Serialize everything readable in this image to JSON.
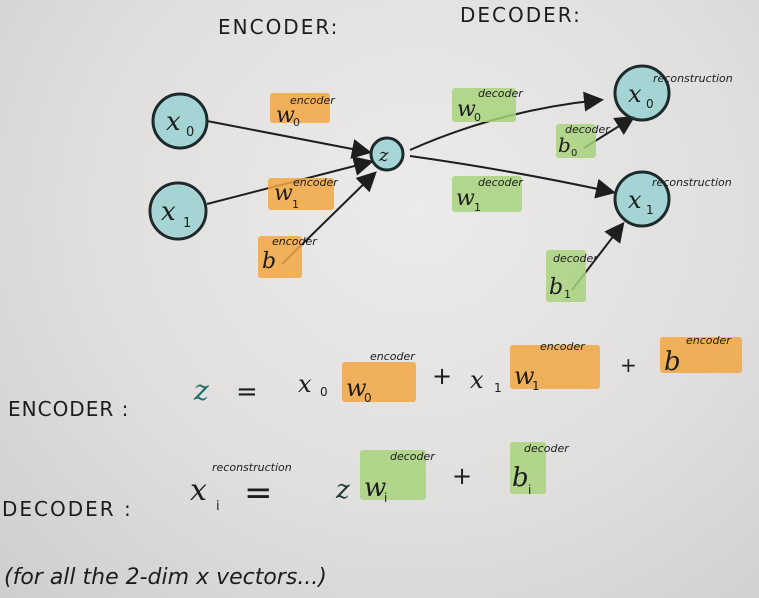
{
  "headings": {
    "encoder": "ENCODER:",
    "decoder": "DECODER:"
  },
  "nodes": {
    "x0": {
      "base": "x",
      "sub": "0"
    },
    "x1": {
      "base": "x",
      "sub": "1"
    },
    "z": {
      "base": "z"
    },
    "x0_recon": {
      "base": "x",
      "sub": "0",
      "sup": "reconstruction"
    },
    "x1_recon": {
      "base": "x",
      "sub": "1",
      "sup": "reconstruction"
    }
  },
  "weights": {
    "w0_encoder": {
      "base": "w",
      "sub": "0",
      "sup": "encoder"
    },
    "w1_encoder": {
      "base": "w",
      "sub": "1",
      "sup": "encoder"
    },
    "b_encoder": {
      "base": "b",
      "sup": "encoder"
    },
    "w0_decoder": {
      "base": "w",
      "sub": "0",
      "sup": "decoder"
    },
    "w1_decoder": {
      "base": "w",
      "sub": "1",
      "sup": "decoder"
    },
    "b0_decoder": {
      "base": "b",
      "sub": "0",
      "sup": "decoder"
    },
    "b1_decoder": {
      "base": "b",
      "sub": "1",
      "sup": "decoder"
    }
  },
  "equations": {
    "encoder": {
      "label": "ENCODER :",
      "lhs": "z",
      "eq": "=",
      "t1_x": "x",
      "t1_x_sub": "0",
      "t1_w": "w",
      "t1_w_sub": "0",
      "t1_w_sup": "encoder",
      "plus1": "+",
      "t2_x": "x",
      "t2_x_sub": "1",
      "t2_w": "w",
      "t2_w_sub": "1",
      "t2_w_sup": "encoder",
      "plus2": "+",
      "t3_b": "b",
      "t3_b_sup": "encoder"
    },
    "decoder": {
      "label": "DECODER :",
      "lhs": "x",
      "lhs_sub": "i",
      "lhs_sup": "reconstruction",
      "eq": "=",
      "t1_z": "z",
      "t1_w": "w",
      "t1_w_sub": "i",
      "t1_w_sup": "decoder",
      "plus": "+",
      "t2_b": "b",
      "t2_b_sub": "i",
      "t2_b_sup": "decoder"
    }
  },
  "note": "(for all the 2-dim x vectors...)",
  "colors": {
    "encoder_highlight": "#f2a642",
    "decoder_highlight": "#a9d27e",
    "node_fill": "#8fcfcf"
  }
}
